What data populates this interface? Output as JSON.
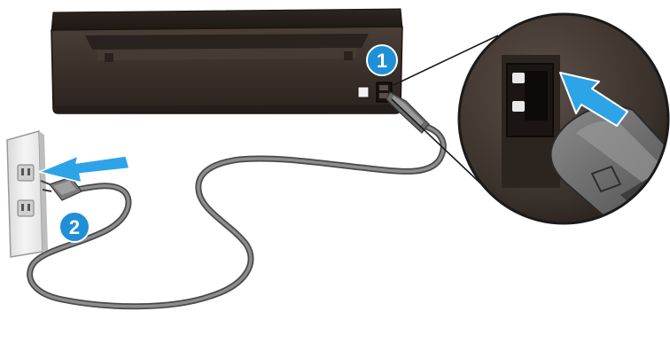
{
  "diagram": {
    "steps": [
      {
        "number": "1",
        "icon": "callout-1-badge"
      },
      {
        "number": "2",
        "icon": "callout-2-badge"
      }
    ],
    "colors": {
      "badge_blue": "#1f8fd6",
      "arrow_blue": "#2da3e8",
      "printer_body": "#3a302a",
      "cord_gray": "#6d6d6d",
      "outlet_plate": "#f1f1f1"
    }
  }
}
